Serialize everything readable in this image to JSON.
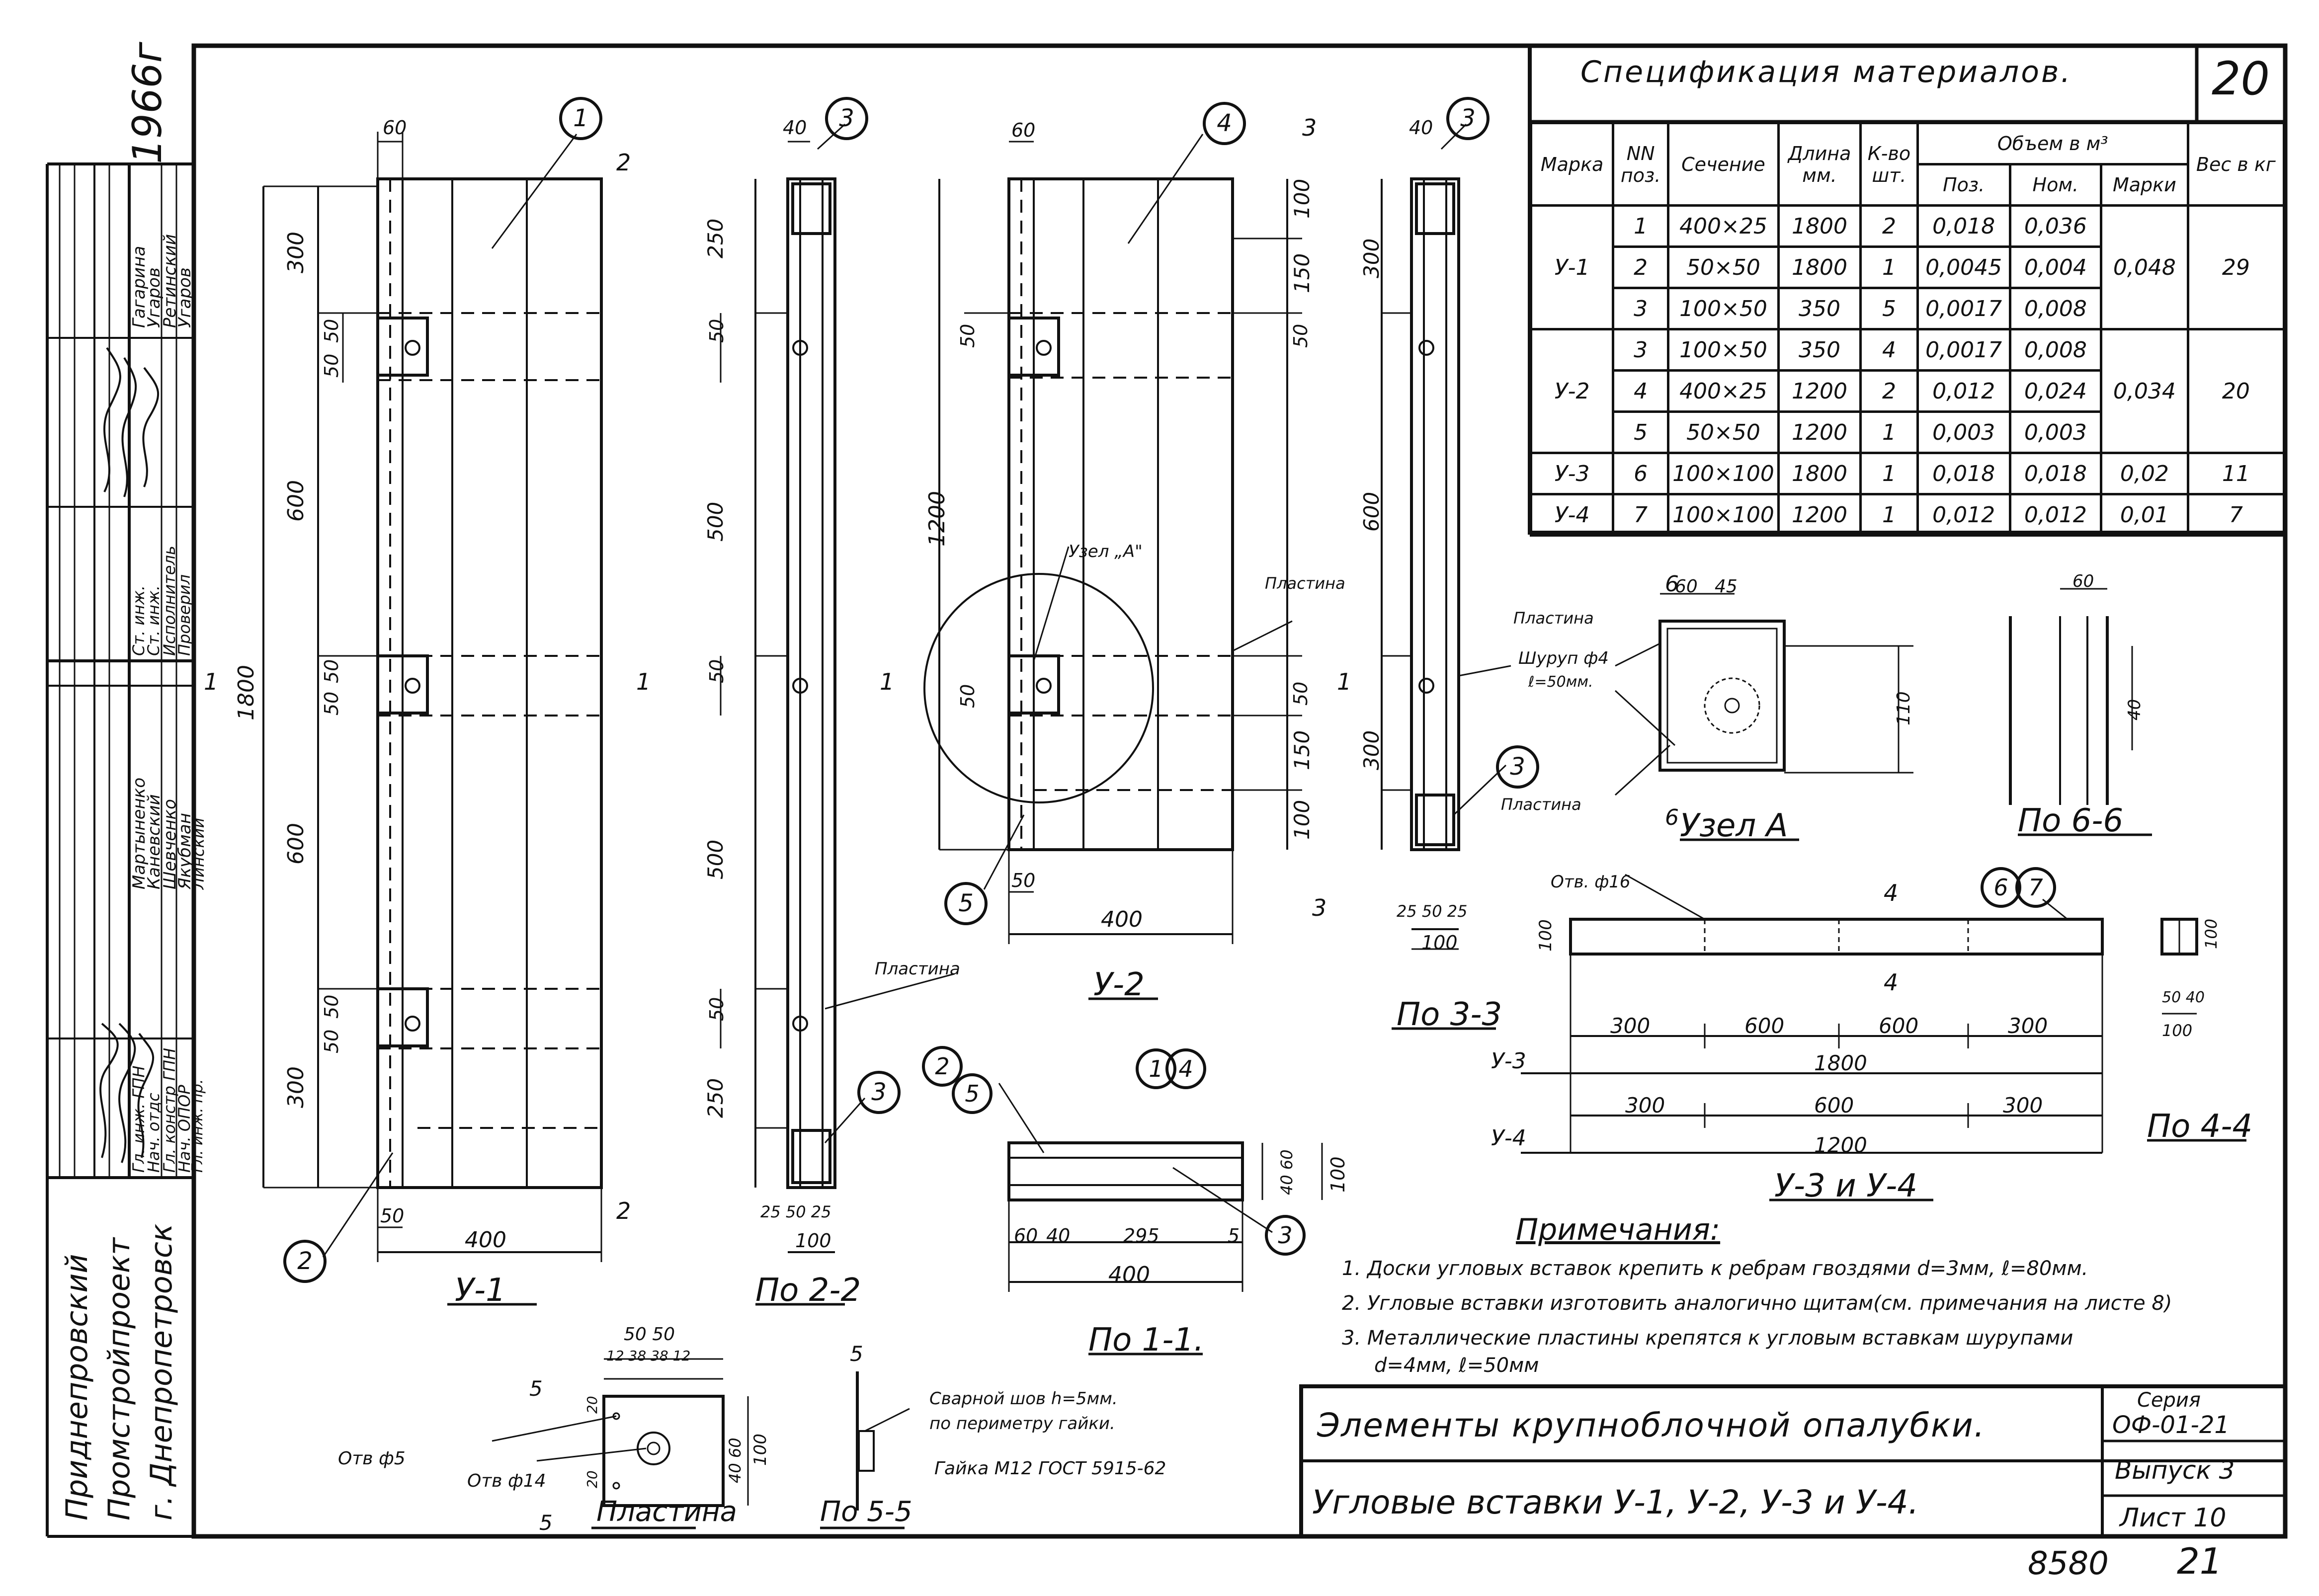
{
  "sheet": {
    "number": "20",
    "page_bottom": "8580",
    "page_bottom_2": "21",
    "year": "1966г"
  },
  "org": {
    "line1": "Приднепровский",
    "line2": "Промстройпроект",
    "line3": "г. Днепропетровск"
  },
  "roles_stamp": {
    "roles": [
      "Гл. инж. ГПН",
      "Нач. отдс",
      "Гл. констр ГПН",
      "Нач. ОПОР",
      "Гл. инж. пр.",
      "Ст. инж.",
      "Ст. инж.",
      "Исполнитель",
      "Проверил"
    ],
    "names": [
      "Мартыненко",
      "Каневский",
      "Шевченко",
      "Якубман",
      "Линский",
      "Гагарина",
      "Угаров",
      "Ретинский",
      "Угаров"
    ]
  },
  "spec": {
    "title": "Спецификация материалов.",
    "headers": {
      "mark": "Марка",
      "pos": "NN поз.",
      "section": "Сечение",
      "length": "Длина мм.",
      "count": "К-во шт.",
      "volume_group": "Объем в м³",
      "vol_pos": "Поз.",
      "vol_nom": "Ном.",
      "vol_mark": "Марки",
      "weight": "Вес в кг"
    },
    "rows": [
      {
        "mark": "У-1",
        "pos": "1",
        "section": "400×25",
        "length": "1800",
        "count": "2",
        "vpos": "0,018",
        "vnom": "0,036",
        "vmark": "0,048",
        "weight": "29"
      },
      {
        "mark": "",
        "pos": "2",
        "section": "50×50",
        "length": "1800",
        "count": "1",
        "vpos": "0,0045",
        "vnom": "0,004",
        "vmark": "",
        "weight": ""
      },
      {
        "mark": "",
        "pos": "3",
        "section": "100×50",
        "length": "350",
        "count": "5",
        "vpos": "0,0017",
        "vnom": "0,008",
        "vmark": "",
        "weight": ""
      },
      {
        "mark": "У-2",
        "pos": "3",
        "section": "100×50",
        "length": "350",
        "count": "4",
        "vpos": "0,0017",
        "vnom": "0,008",
        "vmark": "0,034",
        "weight": "20"
      },
      {
        "mark": "",
        "pos": "4",
        "section": "400×25",
        "length": "1200",
        "count": "2",
        "vpos": "0,012",
        "vnom": "0,024",
        "vmark": "",
        "weight": ""
      },
      {
        "mark": "",
        "pos": "5",
        "section": "50×50",
        "length": "1200",
        "count": "1",
        "vpos": "0,003",
        "vnom": "0,003",
        "vmark": "",
        "weight": ""
      },
      {
        "mark": "У-3",
        "pos": "6",
        "section": "100×100",
        "length": "1800",
        "count": "1",
        "vpos": "0,018",
        "vnom": "0,018",
        "vmark": "0,02",
        "weight": "11"
      },
      {
        "mark": "У-4",
        "pos": "7",
        "section": "100×100",
        "length": "1200",
        "count": "1",
        "vpos": "0,012",
        "vnom": "0,012",
        "vmark": "0,01",
        "weight": "7"
      }
    ]
  },
  "views": {
    "u1": "У-1",
    "s22": "По 2-2",
    "u2": "У-2",
    "s33": "По 3-3",
    "s11": "По 1-1.",
    "node_a": "Узел А",
    "s66": "По 6-6",
    "u34": "У-3 и У-4",
    "s44": "По 4-4",
    "plate": "Пластина",
    "s55": "По 5-5"
  },
  "labels": {
    "plastina": "Пластина",
    "node_a_callout": "Узел „А\"",
    "screw": "Шуруп ф4",
    "screw_len": "ℓ=50мм.",
    "hole16": "Отв. ф16",
    "hole5": "Отв ф5",
    "hole14": "Отв ф14",
    "weld": "Сварной шов h=5мм.",
    "weld2": "по периметру гайки.",
    "nut": "Гайка М12 ГОСТ 5915-62",
    "u3": "У-3",
    "u4": "У-4"
  },
  "dims": {
    "u1_height": "1800",
    "u1_w": "400",
    "u1_60": "60",
    "u1_50": "50",
    "d300": "300",
    "d600": "600",
    "d250": "250",
    "d500": "500",
    "d1200": "1200",
    "d100": "100",
    "d150": "150",
    "d50": "50",
    "d40": "40",
    "d25": "25",
    "d295": "295",
    "d5": "5",
    "d45": "45",
    "d110": "110",
    "d60": "60",
    "d38": "38",
    "d12": "12",
    "d1800": "1800",
    "d40_60": "40 60",
    "d20": "20"
  },
  "notes": {
    "title": "Примечания:",
    "items": [
      "1.  Доски угловых вставок крепить к ребрам гвоздями d=3мм, ℓ=80мм.",
      "2.  Угловые вставки изготовить аналогично щитам(см. примечания на листе 8)",
      "3.  Металлические пластины крепятся к угловым вставкам шурупами",
      "d=4мм, ℓ=50мм"
    ]
  },
  "title_block": {
    "title": "Элементы крупноблочной опалубки.",
    "subtitle": "Угловые вставки У-1, У-2, У-3 и У-4.",
    "series_label": "Серия",
    "series": "ОФ-01-21",
    "issue": "Выпуск 3",
    "sheet": "Лист 10"
  },
  "callouts": [
    "1",
    "2",
    "3",
    "4",
    "5",
    "6",
    "7"
  ]
}
